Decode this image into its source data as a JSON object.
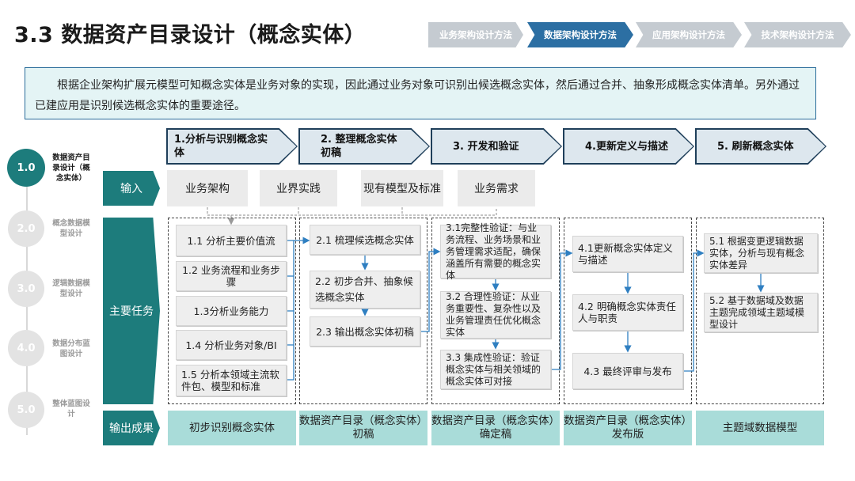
{
  "title": "3.3 数据资产目录设计（概念实体）",
  "top_nav": [
    {
      "label": "业务架构设计方法",
      "active": false
    },
    {
      "label": "数据架构设计方法",
      "active": true
    },
    {
      "label": "应用架构设计方法",
      "active": false
    },
    {
      "label": "技术架构设计方法",
      "active": false
    }
  ],
  "intro": "根据企业架构扩展元模型可知概念实体是业务对象的实现，因此通过业务对象可识别出候选概念实体，然后通过合并、抽象形成概念实体清单。另外通过已建应用是识别候选概念实体的重要途径。",
  "stages": [
    {
      "num": "1.0",
      "label": "数据资产目录设计（概念实体）",
      "active": true
    },
    {
      "num": "2.0",
      "label": "概念数据模型设计",
      "active": false
    },
    {
      "num": "3.0",
      "label": "逻辑数据模型设计",
      "active": false
    },
    {
      "num": "4.0",
      "label": "数据分布蓝图设计",
      "active": false
    },
    {
      "num": "5.0",
      "label": "整体蓝图设计",
      "active": false
    }
  ],
  "phases": [
    {
      "label": "1.分析与识别概念实体"
    },
    {
      "label": "2. 整理概念实体初稿"
    },
    {
      "label": "3. 开发和验证"
    },
    {
      "label": "4.更新定义与描述"
    },
    {
      "label": "5. 刷新概念实体"
    }
  ],
  "row_labels": {
    "input": "输入",
    "tasks": "主要任务",
    "output": "输出成果"
  },
  "inputs": [
    "业务架构",
    "业界实践",
    "现有模型及标准",
    "业务需求"
  ],
  "tasks": {
    "col1": [
      "1.1 分析主要价值流",
      "1.2 业务流程和业务步骤",
      "1.3分析业务能力",
      "1.4 分析业务对象/BI",
      "1.5 分析本领域主流软件包、模型和标准"
    ],
    "col2": [
      "2.1 梳理候选概念实体",
      "2.2 初步合并、抽象候选概念实体",
      "2.3 输出概念实体初稿"
    ],
    "col3": [
      "3.1完整性验证：与业务流程、业务场景和业务管理需求适配，确保涵盖所有需要的概念实体",
      "3.2 合理性验证：从业务重要性、复杂性以及业务管理责任优化概念实体",
      "3.3 集成性验证：验证概念实体与相关领域的概念实体可对接"
    ],
    "col4": [
      "4.1更新概念实体定义与描述",
      "4.2 明确概念实体责任人与职责",
      "4.3 最终评审与发布"
    ],
    "col5": [
      "5.1 根据变更逻辑数据实体，分析与现有概念实体差异",
      "5.2 基于数据域及数据主题完成领域主题域模型设计"
    ]
  },
  "outputs": [
    "初步识别概念实体",
    "数据资产目录（概念实体）初稿",
    "数据资产目录（概念实体）确定稿",
    "数据资产目录（概念实体）发布版",
    "主题域数据模型"
  ],
  "colors": {
    "teal": "#1d7c7c",
    "nav_active": "#2c6fa3",
    "output_fill": "#a9dcd9",
    "connector": "#2f7fc1"
  }
}
